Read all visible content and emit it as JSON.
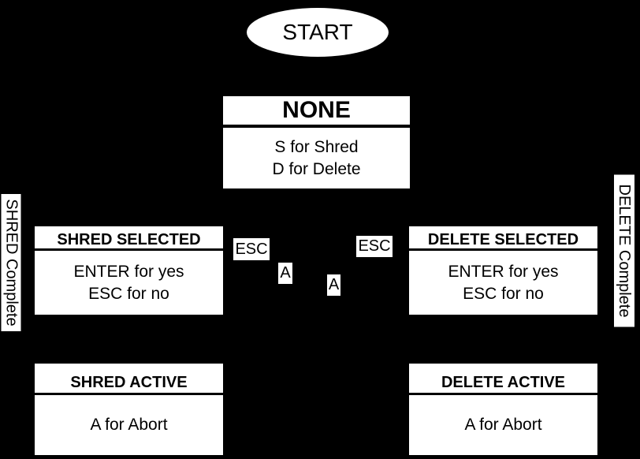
{
  "colors": {
    "background": "#000000",
    "node_fill": "#ffffff",
    "node_text": "#000000"
  },
  "start_node": {
    "label": "START"
  },
  "states": {
    "none": {
      "title": "NONE",
      "lines": [
        "S for Shred",
        "D for Delete"
      ]
    },
    "shred_selected": {
      "title": "SHRED SELECTED",
      "lines": [
        "ENTER for yes",
        "ESC for no"
      ]
    },
    "delete_selected": {
      "title": "DELETE SELECTED",
      "lines": [
        "ENTER for yes",
        "ESC for no"
      ]
    },
    "shred_active": {
      "title": "SHRED ACTIVE",
      "lines": [
        "A for Abort"
      ]
    },
    "delete_active": {
      "title": "DELETE ACTIVE",
      "lines": [
        "A for Abort"
      ]
    }
  },
  "edge_labels": {
    "esc_left": "ESC",
    "esc_right": "ESC",
    "a_left": "A",
    "a_right": "A"
  },
  "side_labels": {
    "shred_complete": "SHRED Complete",
    "delete_complete": "DELETE Complete"
  }
}
